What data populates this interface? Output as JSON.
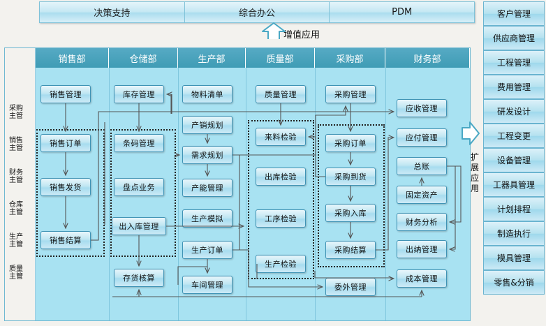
{
  "top_nav": {
    "items": [
      {
        "label": "决策支持"
      },
      {
        "label": "综合办公"
      },
      {
        "label": "PDM"
      }
    ],
    "caption": "增值应用"
  },
  "expand": {
    "caption": "扩展应用",
    "caption_chars": [
      "扩",
      "展",
      "应",
      "用"
    ]
  },
  "left_sidebar": {
    "roles": [
      {
        "l1": "采购",
        "l2": "主管"
      },
      {
        "l1": "销售",
        "l2": "主管"
      },
      {
        "l1": "财务",
        "l2": "主管"
      },
      {
        "l1": "仓库",
        "l2": "主管"
      },
      {
        "l1": "生产",
        "l2": "主管"
      },
      {
        "l1": "质量",
        "l2": "主管"
      }
    ]
  },
  "columns": [
    {
      "header": "销售部",
      "boxes": [
        {
          "label": "销售管理"
        },
        {
          "label": "销售订单"
        },
        {
          "label": "销售发货"
        },
        {
          "label": "销售结算"
        }
      ]
    },
    {
      "header": "仓储部",
      "boxes": [
        {
          "label": "库存管理"
        },
        {
          "label": "条码管理"
        },
        {
          "label": "盘点业务"
        },
        {
          "label": "出入库管理"
        },
        {
          "label": "存货核算"
        }
      ]
    },
    {
      "header": "生产部",
      "boxes": [
        {
          "label": "物料清单"
        },
        {
          "label": "产销规划"
        },
        {
          "label": "需求规划"
        },
        {
          "label": "产能管理"
        },
        {
          "label": "生产模拟"
        },
        {
          "label": "生产订单"
        },
        {
          "label": "车间管理"
        }
      ]
    },
    {
      "header": "质量部",
      "boxes": [
        {
          "label": "质量管理"
        },
        {
          "label": "来料检验"
        },
        {
          "label": "出库检验"
        },
        {
          "label": "工序检验"
        },
        {
          "label": "生产检验"
        }
      ]
    },
    {
      "header": "采购部",
      "boxes": [
        {
          "label": "采购管理"
        },
        {
          "label": "采购订单"
        },
        {
          "label": "采购到货"
        },
        {
          "label": "采购入库"
        },
        {
          "label": "采购结算"
        },
        {
          "label": "委外管理"
        }
      ]
    },
    {
      "header": "财务部",
      "boxes": [
        {
          "label": "应收管理"
        },
        {
          "label": "应付管理"
        },
        {
          "label": "总账"
        },
        {
          "label": "固定资产"
        },
        {
          "label": "财务分析"
        },
        {
          "label": "出纳管理"
        },
        {
          "label": "成本管理"
        }
      ]
    }
  ],
  "right_sidebar": {
    "items": [
      {
        "label": "客户管理"
      },
      {
        "label": "供应商管理"
      },
      {
        "label": "工程管理"
      },
      {
        "label": "费用管理"
      },
      {
        "label": "研发设计"
      },
      {
        "label": "工程变更"
      },
      {
        "label": "设备管理"
      },
      {
        "label": "工器具管理"
      },
      {
        "label": "计划排程"
      },
      {
        "label": "制造执行"
      },
      {
        "label": "模具管理"
      },
      {
        "label": "零售&分销"
      }
    ]
  },
  "colors": {
    "header_teal": "#3f9cb5",
    "grid_blue": "#a8e2f2",
    "box_border": "#3f93b5",
    "connector": "#555555",
    "arrow_outline": "#4aa8c4",
    "page_bg": "#f3f2ee"
  }
}
